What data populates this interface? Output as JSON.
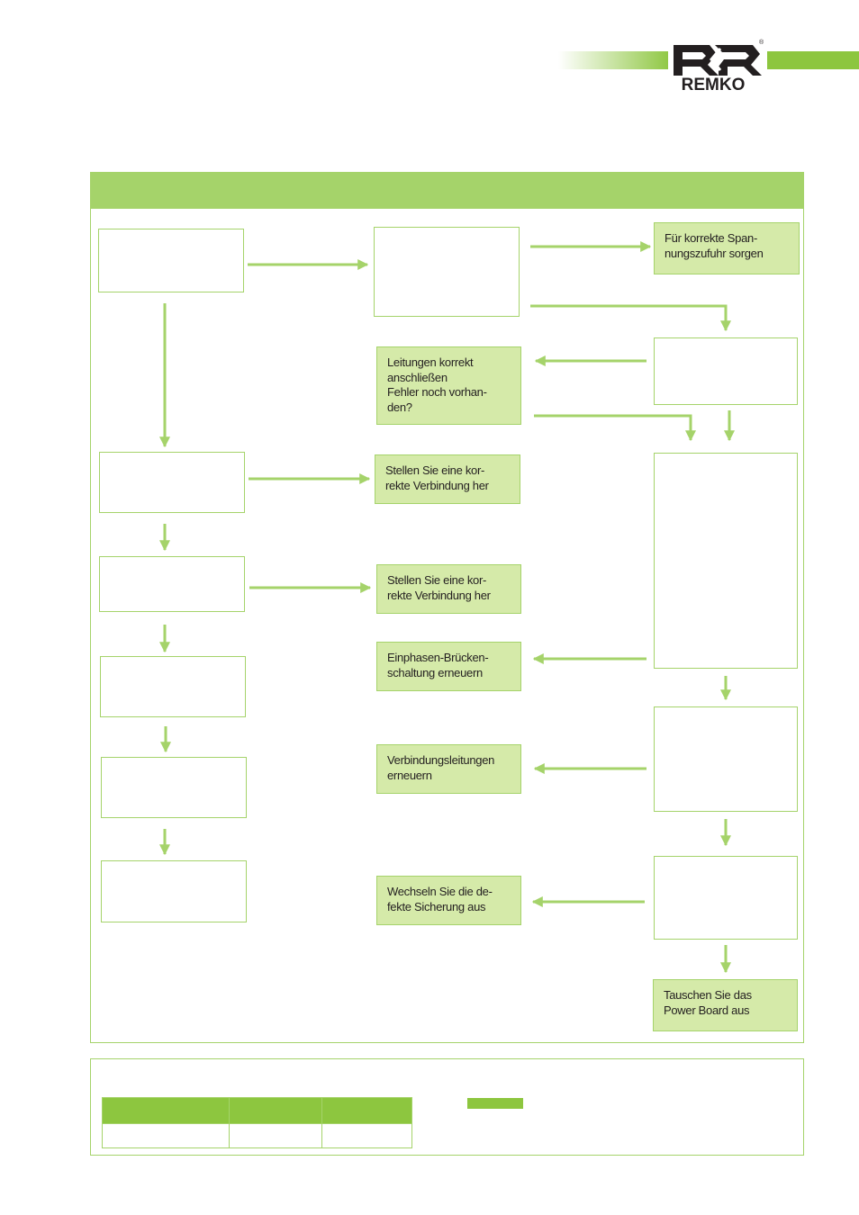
{
  "brand": {
    "name": "REMKO",
    "registered_mark": "®",
    "accent_color": "#8dc63f",
    "box_fill_color": "#d5eaa9",
    "line_color": "#a5d36a"
  },
  "flowchart": {
    "nodes": [
      {
        "id": "n-check-1",
        "kind": "check",
        "label": ""
      },
      {
        "id": "n-check-2",
        "kind": "check",
        "label": ""
      },
      {
        "id": "n-fix-voltage",
        "kind": "action",
        "label": "Für korrekte Span-\nnungszufuhr sorgen"
      },
      {
        "id": "n-check-3",
        "kind": "check",
        "label": ""
      },
      {
        "id": "n-fix-wiring",
        "kind": "action",
        "label": "Leitungen korrekt\nanschließen\nFehler noch vorhan-\nden?"
      },
      {
        "id": "n-check-4",
        "kind": "check",
        "label": ""
      },
      {
        "id": "n-fix-connection-1",
        "kind": "action",
        "label": "Stellen Sie eine kor-\nrekte Verbindung her"
      },
      {
        "id": "n-check-5",
        "kind": "check",
        "label": ""
      },
      {
        "id": "n-check-6",
        "kind": "check",
        "label": ""
      },
      {
        "id": "n-fix-connection-2",
        "kind": "action",
        "label": "Stellen Sie eine kor-\nrekte Verbindung her"
      },
      {
        "id": "n-check-7",
        "kind": "check",
        "label": ""
      },
      {
        "id": "n-fix-bridge",
        "kind": "action",
        "label": "Einphasen-Brücken-\nschaltung erneuern"
      },
      {
        "id": "n-check-8",
        "kind": "check",
        "label": ""
      },
      {
        "id": "n-check-9",
        "kind": "check",
        "label": ""
      },
      {
        "id": "n-fix-cables",
        "kind": "action",
        "label": "Verbindungsleitungen\nerneuern"
      },
      {
        "id": "n-check-10",
        "kind": "check",
        "label": ""
      },
      {
        "id": "n-check-11",
        "kind": "check",
        "label": ""
      },
      {
        "id": "n-fix-fuse",
        "kind": "action",
        "label": "Wechseln Sie die de-\nfekte Sicherung aus"
      },
      {
        "id": "n-fix-powerboard",
        "kind": "action",
        "label": "Tauschen Sie das\nPower Board aus"
      }
    ]
  },
  "legend": {
    "table_columns": 3
  }
}
